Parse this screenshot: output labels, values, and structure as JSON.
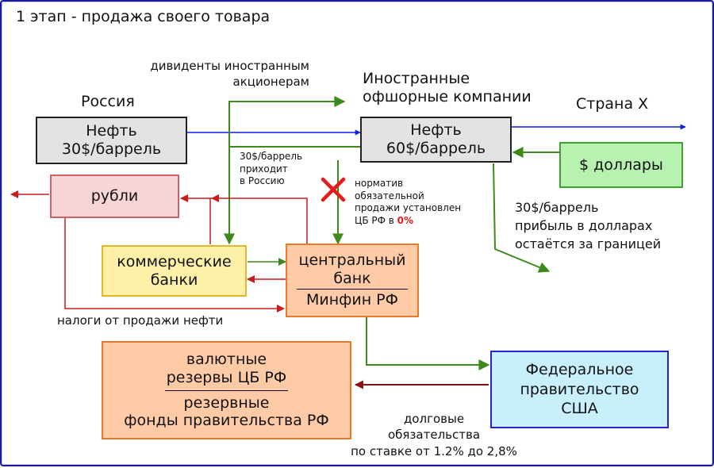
{
  "title": "1 этап - продажа своего товара",
  "labels": {
    "russia": "Россия",
    "offshore": [
      "Иностранные",
      "офшорные компании"
    ],
    "country_x": "Страна Х",
    "dividends": [
      "дивиденты иностранным",
      "акционерам"
    ],
    "comes_to_russia": [
      "30$/баррель",
      "приходит",
      "в Россию"
    ],
    "norm": [
      "норматив",
      "обязательной",
      "продажи установлен"
    ],
    "norm_last": "ЦБ РФ в ",
    "norm_value": "0%",
    "profit_abroad": [
      "30$/баррель",
      "прибыль в долларах",
      "остаётся за границей"
    ],
    "oil_taxes": "налоги от продажи нефти",
    "debt": [
      "долговые",
      "обязательства",
      "по ставке от 1.2% до 2,8%"
    ]
  },
  "boxes": {
    "oil_russia": [
      "Нефть",
      "30$/баррель"
    ],
    "oil_offshore": [
      "Нефть",
      "60$/баррель"
    ],
    "dollars": "$ доллары",
    "rubles": "рубли",
    "banks": [
      "коммерческие",
      "банки"
    ],
    "central_bank": [
      "центральный",
      "банк"
    ],
    "minfin": "Минфин РФ",
    "reserves_top": [
      "валютные",
      "резервы ЦБ РФ"
    ],
    "reserves_bottom": [
      "резервные",
      "фонды правительства РФ"
    ],
    "us_gov": [
      "Федеральное",
      "правительство",
      "США"
    ]
  },
  "colors": {
    "oil_fill": "#e3e3e3",
    "dollars_fill": "#b7f2b0",
    "rubles_fill": "#f7d5d7",
    "banks_fill": "#fff0a8",
    "cb_fill": "#ffcba6",
    "us_fill": "#c8f0fc",
    "blue_arrow": "#0a1ee6",
    "green_arrow": "#3d8a1a",
    "red_arrow": "#cc1a1a",
    "dark_red_arrow": "#8a1010",
    "cross": "#e61a1a",
    "frame": "#1a1aa0"
  }
}
